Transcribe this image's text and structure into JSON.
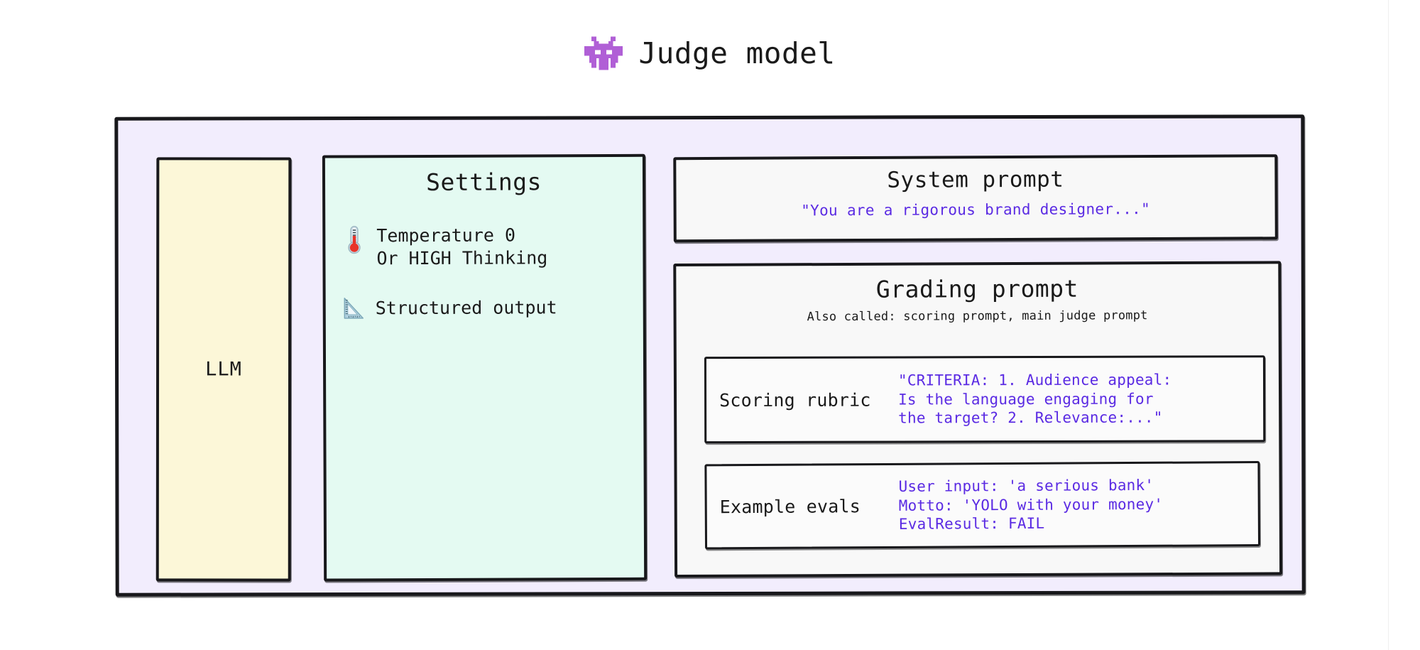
{
  "header": {
    "icon": "alien-monster-icon",
    "title": "Judge model"
  },
  "llm": {
    "label": "LLM"
  },
  "settings": {
    "title": "Settings",
    "items": [
      {
        "icon": "thermometer-icon",
        "text": "Temperature 0\nOr HIGH Thinking"
      },
      {
        "icon": "triangular-ruler-icon",
        "text": "Structured output"
      }
    ]
  },
  "system_prompt": {
    "title": "System prompt",
    "value": "\"You are a rigorous brand designer...\""
  },
  "grading_prompt": {
    "title": "Grading prompt",
    "subtitle": "Also called: scoring prompt, main judge prompt",
    "scoring_rubric": {
      "label": "Scoring rubric",
      "value": "\"CRITERIA: 1. Audience appeal:\nIs the language engaging for\nthe target? 2. Relevance:...\""
    },
    "example_evals": {
      "label": "Example evals",
      "value": "User input: 'a serious bank'\nMotto: 'YOLO with your money'\nEvalResult: FAIL"
    }
  },
  "colors": {
    "page_background": "#ffffff",
    "container_background": "#f2edfd",
    "llm_background": "#fcf7d8",
    "settings_background": "#e4faf2",
    "prompt_background": "#f8f8f8",
    "prompt_text": "#5a2ae3",
    "border": "#18181b",
    "alien_icon": "#a855c7"
  }
}
